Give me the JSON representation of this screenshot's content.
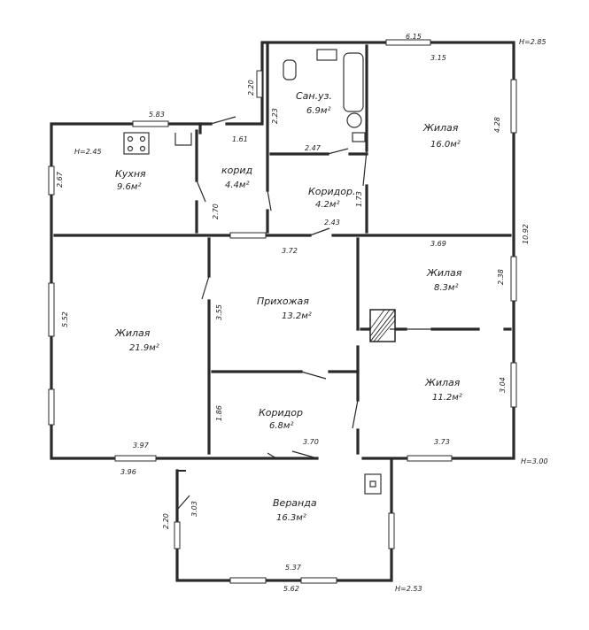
{
  "rooms": {
    "sanuzel": {
      "name": "Сан.уз.",
      "area": "6.9м²"
    },
    "living_ne": {
      "name": "Жилая",
      "area": "16.0м²"
    },
    "kitchen": {
      "name": "Кухня",
      "area": "9.6м²"
    },
    "corridor_small": {
      "name": "корид",
      "area": "4.4м²"
    },
    "corridor_mid": {
      "name": "Коридор.",
      "area": "4.2м²"
    },
    "living_w": {
      "name": "Жилая",
      "area": "21.9м²"
    },
    "hall": {
      "name": "Прихожая",
      "area": "13.2м²"
    },
    "living_e1": {
      "name": "Жилая",
      "area": "8.3м²"
    },
    "living_e2": {
      "name": "Жилая",
      "area": "11.2м²"
    },
    "corridor_s": {
      "name": "Коридор",
      "area": "6.8м²"
    },
    "veranda": {
      "name": "Веранда",
      "area": "16.3м²"
    }
  },
  "dimensions": {
    "top_615": "6.15",
    "h285": "Н=2.85",
    "d315": "3.15",
    "d583": "5.83",
    "d220": "2.20",
    "d223": "2.23",
    "d161": "1.61",
    "d428": "4.28",
    "d267": "2.67",
    "h245": "Н=2.45",
    "d247": "2.47",
    "d270": "2.70",
    "d173": "1.73",
    "d243": "2.43",
    "d1092": "10.92",
    "d372": "3.72",
    "d369": "3.69",
    "d552": "5.52",
    "d355": "3.55",
    "d238": "2.38",
    "d304": "3.04",
    "d186": "1.86",
    "d397": "3.97",
    "d370": "3.70",
    "d373": "3.73",
    "h300": "Н=3.00",
    "d396": "3.96",
    "d220b": "2.20",
    "d303": "3.03",
    "d537": "5.37",
    "d562": "5.62",
    "h253": "Н=2.53"
  }
}
